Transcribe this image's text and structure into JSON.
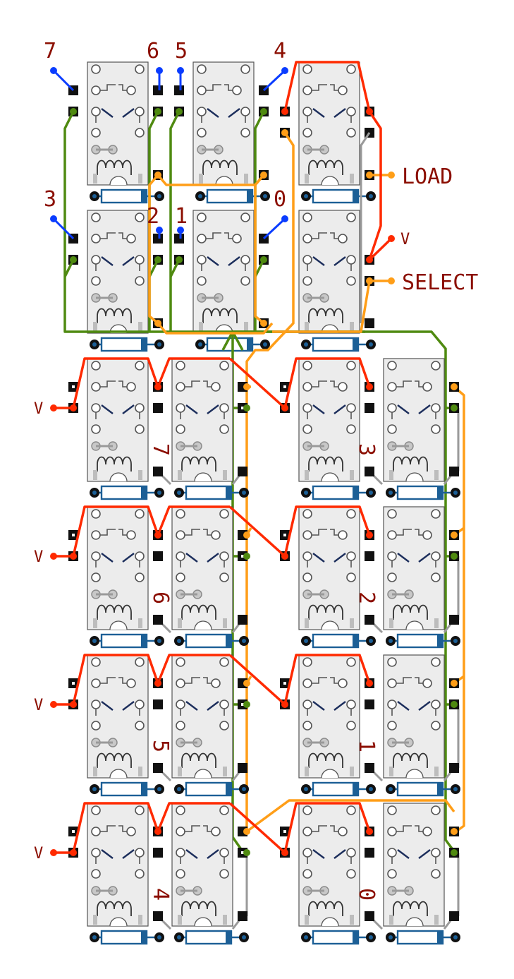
{
  "colors": {
    "red": "#ff2a00",
    "orange": "#ff9e18",
    "green": "#4f8a10",
    "blue": "#0a3cff",
    "gray": "#9a9a9a",
    "label": "#8b0e00",
    "relay_fill": "#ececec",
    "diode_blue": "#1c5f96"
  },
  "bit_labels": [
    "7",
    "6",
    "5",
    "4",
    "3",
    "2",
    "1",
    "0"
  ],
  "signal_labels": {
    "load": "LOAD",
    "v": "V",
    "select": "SELECT"
  },
  "register_labels": [
    "7",
    "6",
    "5",
    "4",
    "3",
    "2",
    "1",
    "0"
  ],
  "voltage_labels": [
    "V",
    "V",
    "V",
    "V"
  ]
}
